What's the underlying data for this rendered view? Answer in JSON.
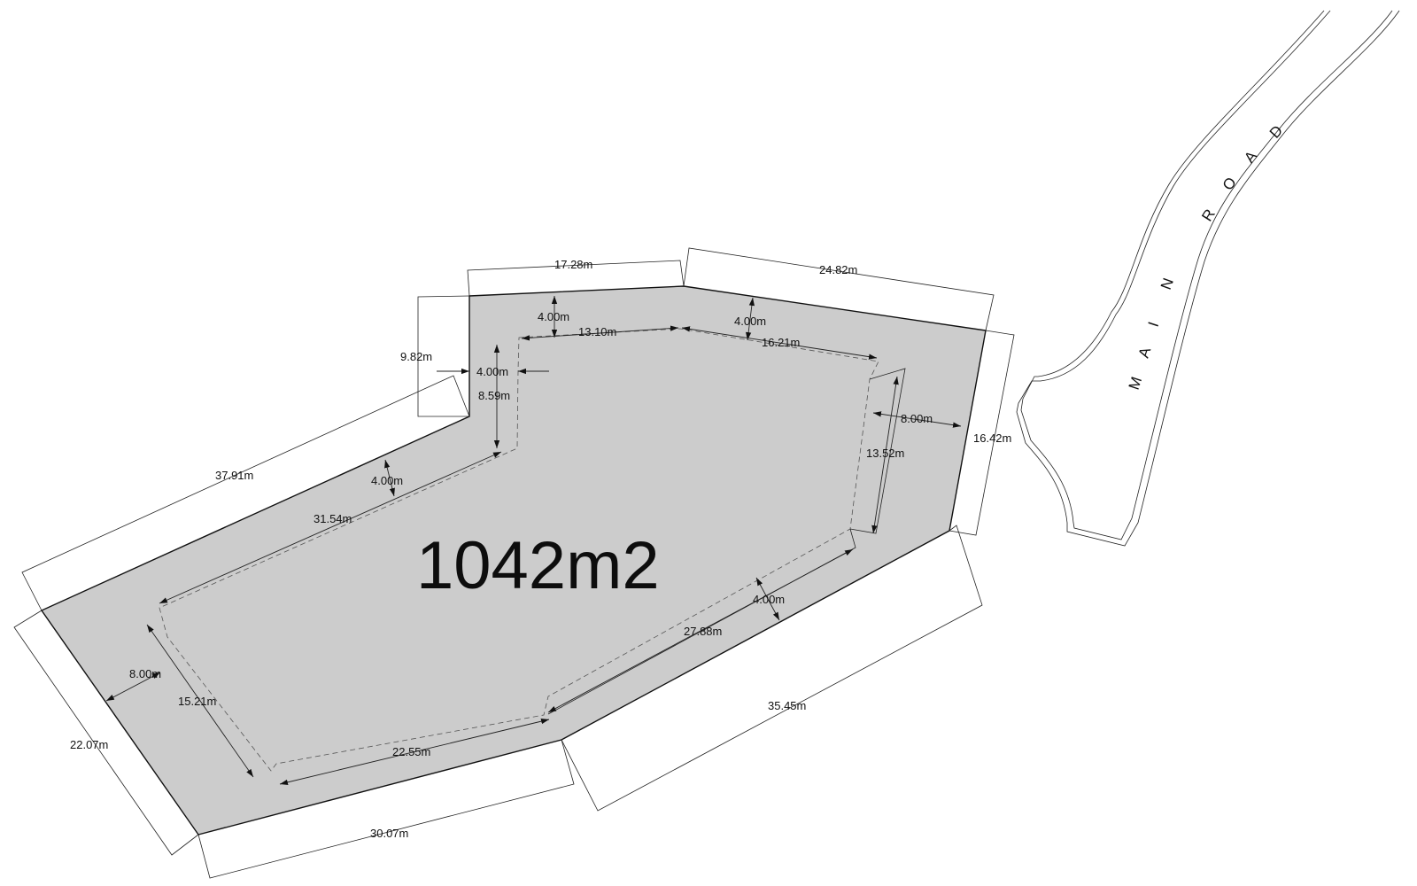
{
  "plot": {
    "area_label": "1042m2",
    "fill": "#cccccc",
    "outline": "#111111"
  },
  "road": {
    "letters": [
      "M",
      "A",
      "I",
      "N",
      "R",
      "O",
      "A",
      "D"
    ]
  },
  "dimensions": {
    "top_left": "17.28m",
    "top_right": "24.82m",
    "left_notch": "9.82m",
    "left_diagonal": "37.91m",
    "right_side": "16.42m",
    "lower_right": "35.45m",
    "left_end": "22.07m",
    "bottom": "30.07m"
  },
  "setbacks": {
    "top_a": "4.00m",
    "top_b": "4.00m",
    "notch": "4.00m",
    "diagonal": "4.00m",
    "right": "8.00m",
    "lower_right": "4.00m",
    "left": "8.00m"
  },
  "building": {
    "top_a": "13.10m",
    "top_b": "16.21m",
    "notch_height": "8.59m",
    "diagonal": "31.54m",
    "right": "13.52m",
    "lower_right": "27.88m",
    "left": "15.21m",
    "bottom": "22.55m"
  }
}
